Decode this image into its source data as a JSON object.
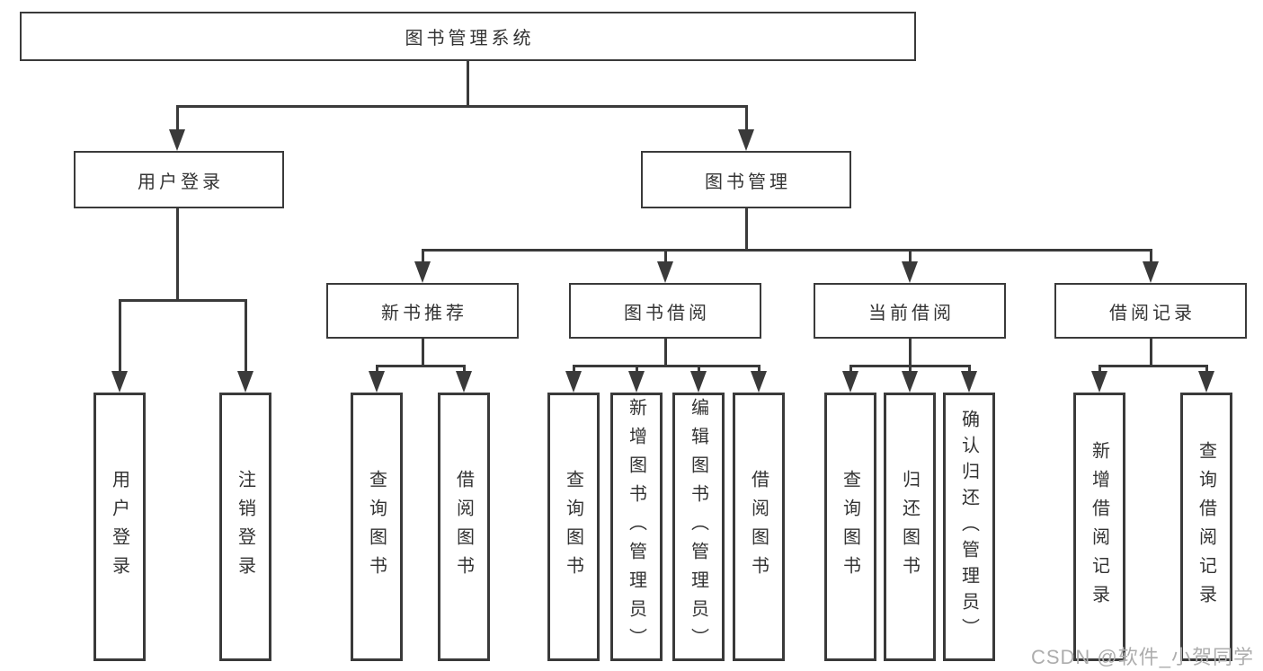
{
  "diagram": {
    "type": "hierarchy-flowchart",
    "root": {
      "label": "图书管理系统",
      "children": [
        {
          "label": "用户登录",
          "children": [
            {
              "label": "用户登录"
            },
            {
              "label": "注销登录"
            }
          ]
        },
        {
          "label": "图书管理",
          "children": [
            {
              "label": "新书推荐",
              "children": [
                {
                  "label": "查询图书"
                },
                {
                  "label": "借阅图书"
                }
              ]
            },
            {
              "label": "图书借阅",
              "children": [
                {
                  "label": "查询图书"
                },
                {
                  "label": "新增图书（管理员）"
                },
                {
                  "label": "编辑图书（管理员）"
                },
                {
                  "label": "借阅图书"
                }
              ]
            },
            {
              "label": "当前借阅",
              "children": [
                {
                  "label": "查询图书"
                },
                {
                  "label": "归还图书"
                },
                {
                  "label": "确认归还（管理员）"
                }
              ]
            },
            {
              "label": "借阅记录",
              "children": [
                {
                  "label": "新增借阅记录"
                },
                {
                  "label": "查询借阅记录"
                }
              ]
            }
          ]
        }
      ]
    }
  },
  "watermark": {
    "text": "CSDN @软件_小贺同学"
  },
  "colors": {
    "line": "#3a3a3a",
    "text": "#333333",
    "box_background": "#ffffff",
    "watermark": "#adadad",
    "page_background": "#ffffff"
  }
}
